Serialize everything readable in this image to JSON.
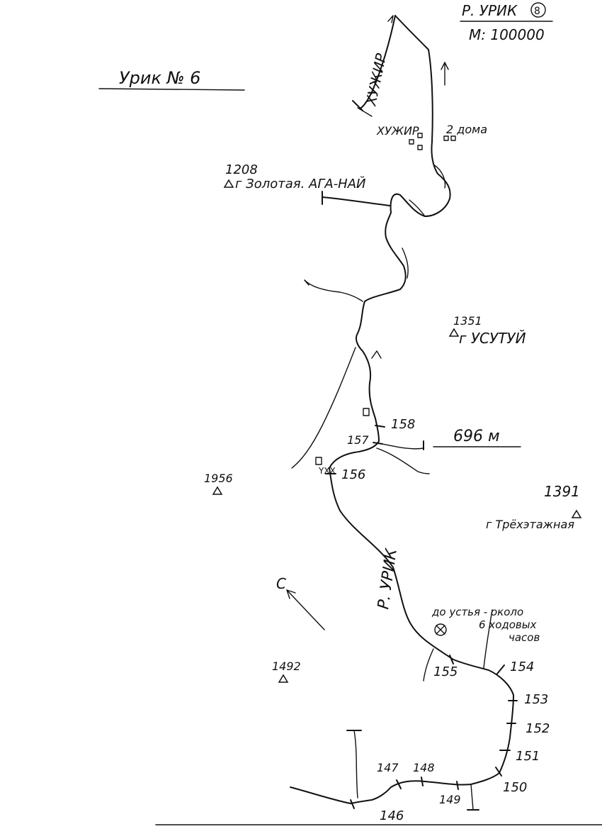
{
  "header": {
    "river_title": "Р. УРИК",
    "sheet_number": "8",
    "scale": "М: 100000"
  },
  "page_title": "Урик № 6",
  "settlement": {
    "name": "ХУЖИР",
    "houses_note": "2 дома"
  },
  "tributaries": {
    "khuzhir": "ХУЖИР",
    "main_river": "Р. УРИК"
  },
  "peaks": [
    {
      "height": "1208",
      "name": "г Золотая. АГА-НАЙ"
    },
    {
      "height": "1351",
      "name": "г УСУТУЙ"
    },
    {
      "height": "1956",
      "name": ""
    },
    {
      "height": "1391",
      "name": "г Трёхэтажная"
    },
    {
      "height": "1492",
      "name": ""
    }
  ],
  "notes": {
    "distance": "696 м",
    "to_mouth": "до устья - около",
    "hours": "6 ходовых",
    "hours2": "часов",
    "north": "С"
  },
  "km_marks": [
    "146",
    "147",
    "148",
    "149",
    "150",
    "151",
    "152",
    "153",
    "154",
    "155",
    "156",
    "157",
    "158"
  ],
  "colors": {
    "ink": "#111111",
    "paper": "#ffffff"
  }
}
